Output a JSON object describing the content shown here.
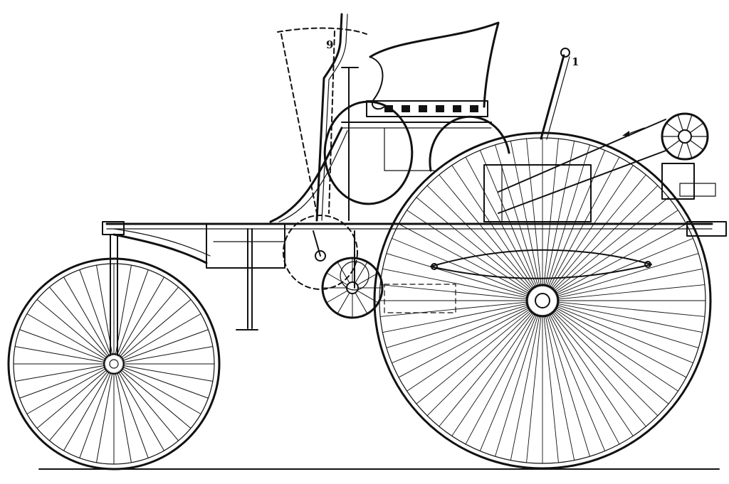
{
  "labels": {
    "steering_label": "9",
    "lever_label": "1"
  },
  "colors": {
    "ink": "#111111",
    "paper": "#ffffff"
  },
  "wheels": {
    "front_spoke_count": 36,
    "rear_spoke_count": 64,
    "flywheel_spoke_count": 12,
    "pulley_spoke_count": 10
  },
  "icons": {
    "arrow": "direction-arrow-icon"
  }
}
